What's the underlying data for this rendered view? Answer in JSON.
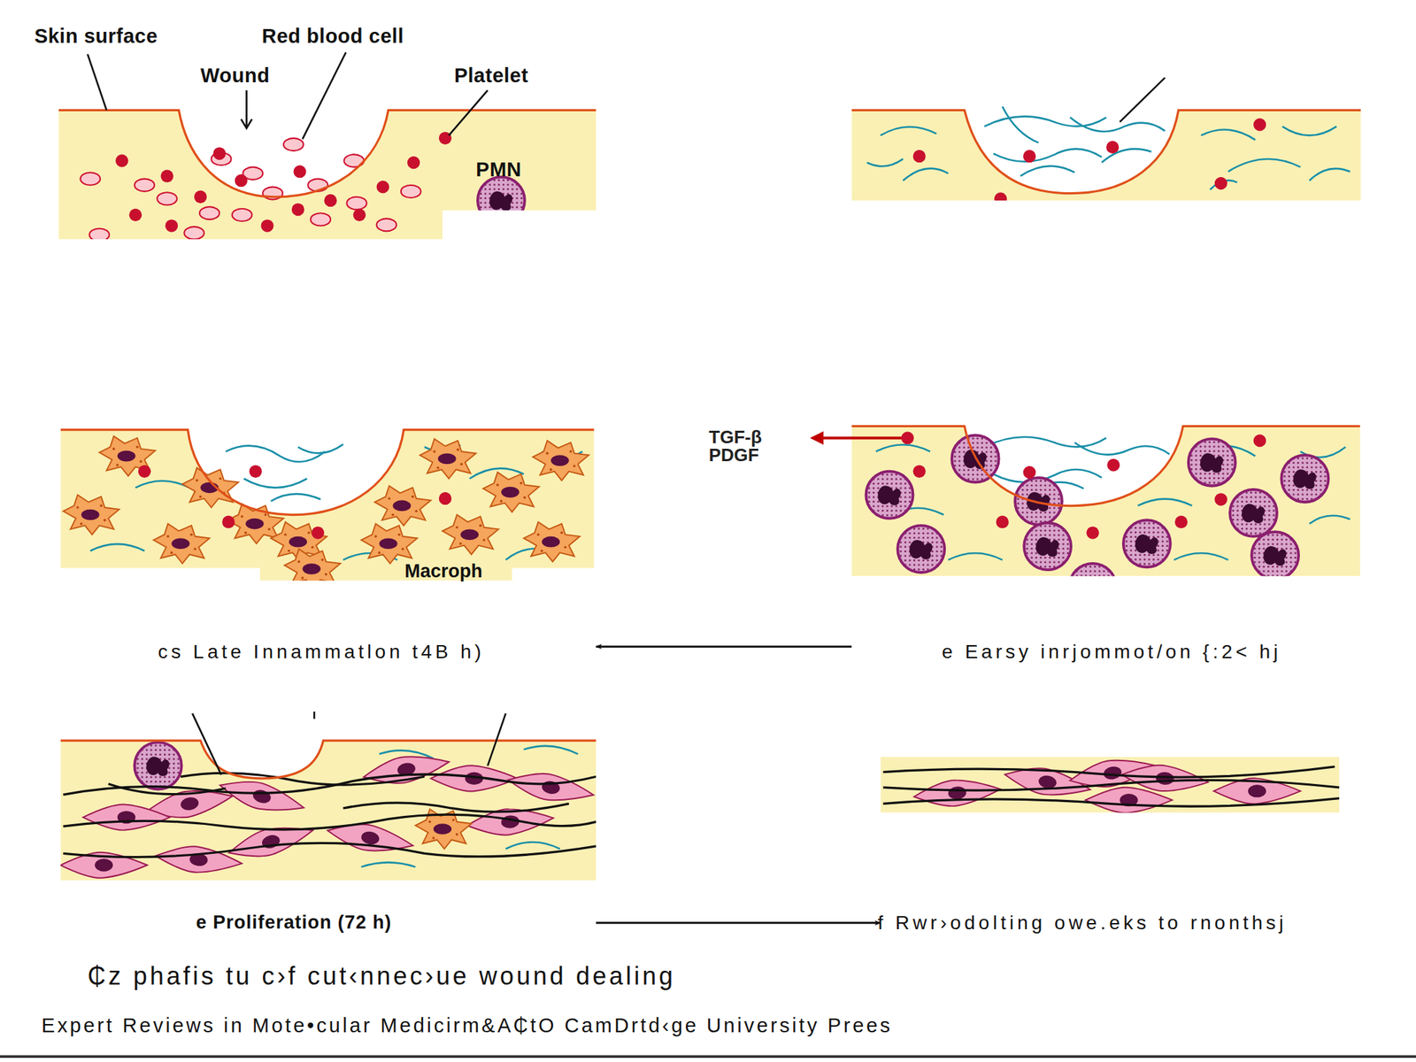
{
  "diagram": {
    "caption": "₵z phafis tu c›f cut‹nnec›ue wound dealing",
    "nodes": [
      {
        "text": [
          "cs Late Innammatlon t4B h)"
        ]
      },
      {
        "text": [
          "e Earsy inrjommot/on {:2< hj"
        ]
      },
      {
        "text": [
          "e Proliferation (72 h)"
        ]
      },
      {
        "text": [
          "f Rwr›odolting owe.eks to rnonthsj"
        ]
      }
    ],
    "edges": [
      {
        "from": 1,
        "to": 0,
        "arrow": "to"
      },
      {
        "from": 2,
        "to": 3,
        "arrow": "to"
      }
    ],
    "labels": [
      "Skin surface",
      "Red blood cell",
      "Wound",
      "Platelet",
      "PMN",
      "TGF-β",
      "PDGF",
      "Macroph",
      "Expert Reviews in Mote•cular Medicirm&A₵tO CamDrtd‹ge University Prees"
    ]
  }
}
